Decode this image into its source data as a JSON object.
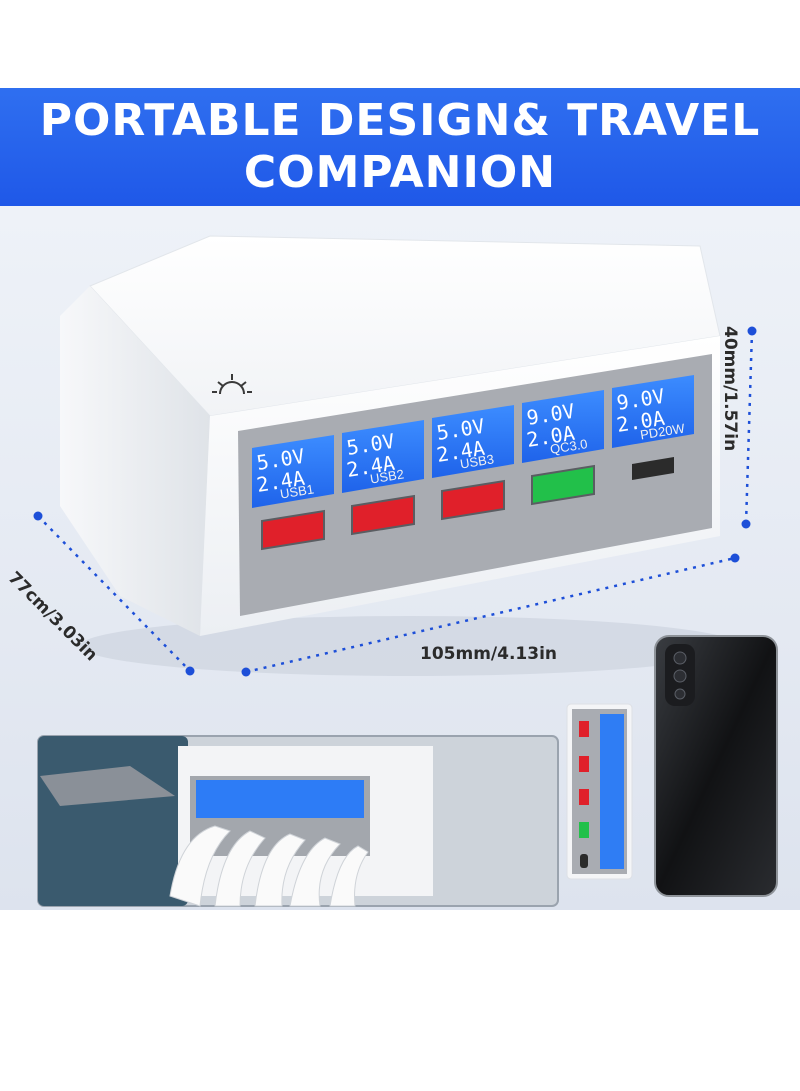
{
  "banner": {
    "line1": "PORTABLE DESIGN& TRAVEL",
    "line2": "COMPANION"
  },
  "dimensions": {
    "height": "40mm/1.57in",
    "depth": "77cm/3.03in",
    "width": "105mm/4.13in"
  },
  "displays": [
    {
      "volt": "5.0",
      "amp": "2.4"
    },
    {
      "volt": "5.0",
      "amp": "2.4"
    },
    {
      "volt": "5.0",
      "amp": "2.4"
    },
    {
      "volt": "9.0",
      "amp": "2.0"
    },
    {
      "volt": "9.0",
      "amp": "2.0"
    }
  ],
  "units": {
    "volt": "V",
    "amp": "A"
  },
  "ports": [
    "USB1",
    "USB2",
    "USB3",
    "QC3.0",
    "PD20W"
  ],
  "colors": {
    "banner": "#2566ee",
    "lcd": "#1e6ff0",
    "usb_port": "#e0202a",
    "qc_port": "#22c04a",
    "dimension_line": "#1d4fd8"
  }
}
